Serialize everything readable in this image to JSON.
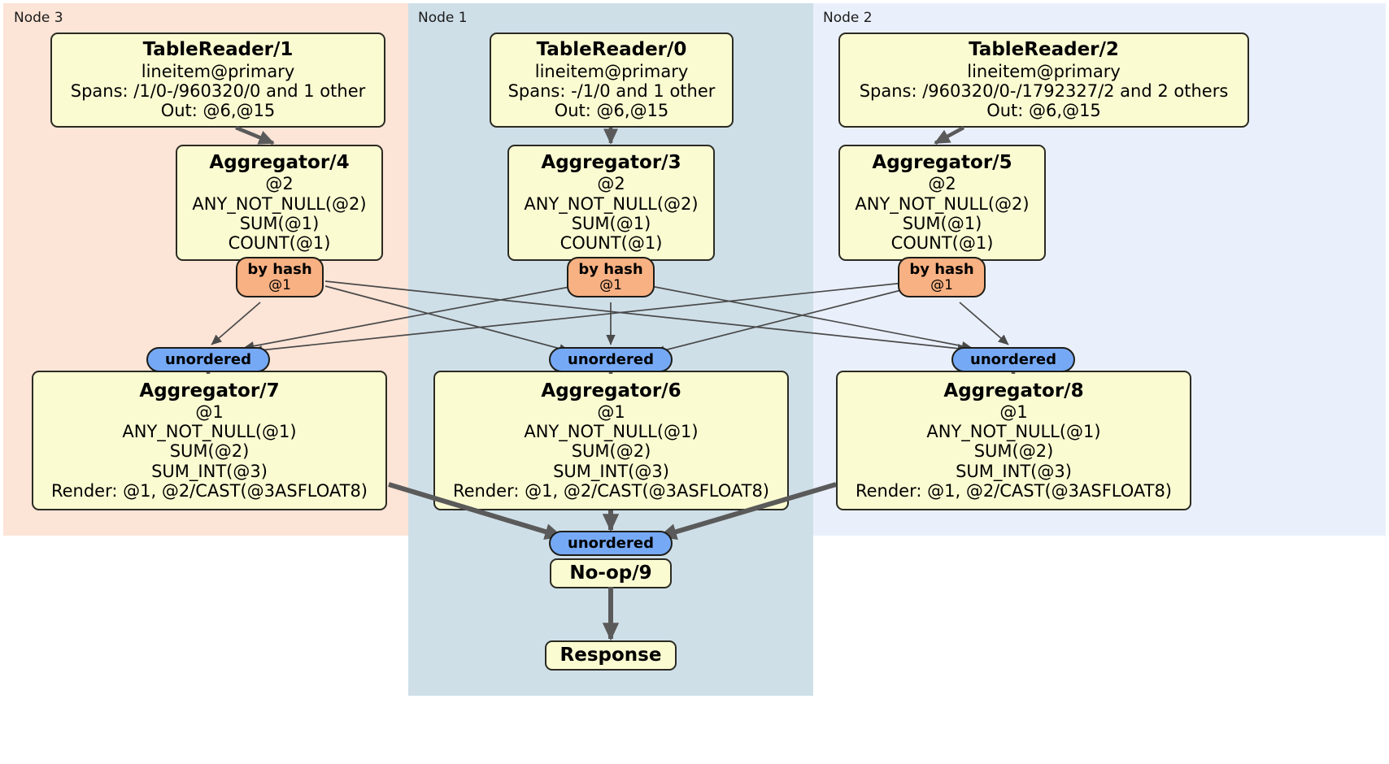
{
  "nodes": [
    {
      "id": "node3",
      "label": "Node 3"
    },
    {
      "id": "node1",
      "label": "Node 1"
    },
    {
      "id": "node2",
      "label": "Node 2"
    }
  ],
  "boxes": {
    "table_reader_1": {
      "title": "TableReader/1",
      "lines": [
        "lineitem@primary",
        "Spans: /1/0-/960320/0 and 1 other",
        "Out: @6,@15"
      ]
    },
    "table_reader_0": {
      "title": "TableReader/0",
      "lines": [
        "lineitem@primary",
        "Spans: -/1/0 and 1 other",
        "Out: @6,@15"
      ]
    },
    "table_reader_2": {
      "title": "TableReader/2",
      "lines": [
        "lineitem@primary",
        "Spans: /960320/0-/1792327/2 and 2 others",
        "Out: @6,@15"
      ]
    },
    "aggregator_4": {
      "title": "Aggregator/4",
      "lines": [
        "@2",
        "ANY_NOT_NULL(@2)",
        "SUM(@1)",
        "COUNT(@1)"
      ]
    },
    "aggregator_3": {
      "title": "Aggregator/3",
      "lines": [
        "@2",
        "ANY_NOT_NULL(@2)",
        "SUM(@1)",
        "COUNT(@1)"
      ]
    },
    "aggregator_5": {
      "title": "Aggregator/5",
      "lines": [
        "@2",
        "ANY_NOT_NULL(@2)",
        "SUM(@1)",
        "COUNT(@1)"
      ]
    },
    "aggregator_7": {
      "title": "Aggregator/7",
      "lines": [
        "@1",
        "ANY_NOT_NULL(@1)",
        "SUM(@2)",
        "SUM_INT(@3)",
        "Render: @1, @2/CAST(@3ASFLOAT8)"
      ]
    },
    "aggregator_6": {
      "title": "Aggregator/6",
      "lines": [
        "@1",
        "ANY_NOT_NULL(@1)",
        "SUM(@2)",
        "SUM_INT(@3)",
        "Render: @1, @2/CAST(@3ASFLOAT8)"
      ]
    },
    "aggregator_8": {
      "title": "Aggregator/8",
      "lines": [
        "@1",
        "ANY_NOT_NULL(@1)",
        "SUM(@2)",
        "SUM_INT(@3)",
        "Render: @1, @2/CAST(@3ASFLOAT8)"
      ]
    },
    "noop_9": {
      "title": "No-op/9",
      "lines": []
    },
    "response": {
      "title": "Response",
      "lines": []
    }
  },
  "pills": {
    "hash_left": {
      "line1": "by hash",
      "line2": "@1"
    },
    "hash_mid": {
      "line1": "by hash",
      "line2": "@1"
    },
    "hash_right": {
      "line1": "by hash",
      "line2": "@1"
    },
    "unordered_left": {
      "line1": "unordered",
      "line2": ""
    },
    "unordered_mid": {
      "line1": "unordered",
      "line2": ""
    },
    "unordered_right": {
      "line1": "unordered",
      "line2": ""
    },
    "unordered_final": {
      "line1": "unordered",
      "line2": ""
    }
  },
  "colors": {
    "node3_bg": "#fce4d6",
    "node1_bg": "#cfdfe8",
    "node2_bg": "#eaf0fb",
    "box_fill": "#fbfbd2",
    "box_stroke": "#2b2b23",
    "hash_pill": "#f8b182",
    "unordered_pill": "#76a9f5",
    "edge": "#4a4a4a"
  }
}
